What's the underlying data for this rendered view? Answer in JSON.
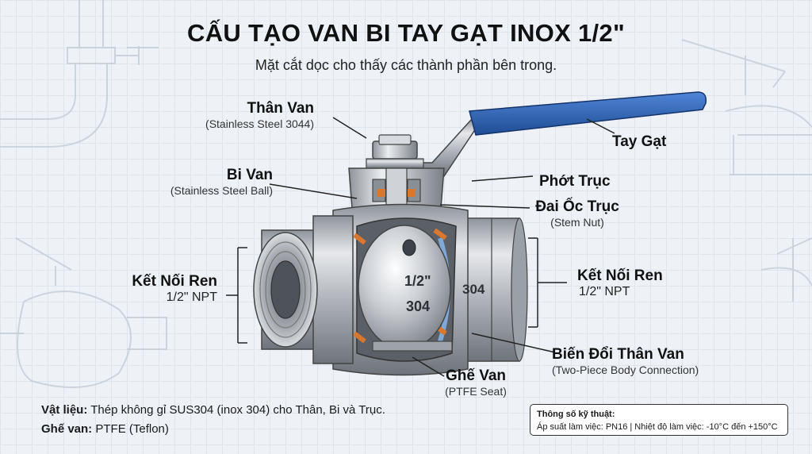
{
  "title": "CẤU TẠO VAN BI TAY GẠT INOX 1/2\"",
  "subtitle": "Mặt cắt dọc cho thấy các thành phần bên trong.",
  "labels": {
    "than_van": {
      "name": "Thân Van",
      "sub": "(Stainless Steel 3044)"
    },
    "bi_van": {
      "name": "Bi Van",
      "sub": "(Stainless Steel Ball)"
    },
    "tay_gat": {
      "name": "Tay Gạt"
    },
    "phot_truc": {
      "name": "Phớt Trục"
    },
    "dai_oc_truc": {
      "name": "Đai Ốc Trục",
      "sub": "(Stem Nut)"
    },
    "ket_noi_ren_left": {
      "name": "Kết Nối Ren",
      "sub": "1/2\" NPT"
    },
    "ket_noi_ren_right": {
      "name": "Kết Nối Ren",
      "sub": "1/2\" NPT"
    },
    "bien_doi": {
      "name": "Biến Đổi Thân Van",
      "sub": "(Two-Piece Body Connection)"
    },
    "ghe_van": {
      "name": "Ghế Van",
      "sub": "(PTFE Seat)"
    }
  },
  "body_marks": {
    "size": "1/2\"",
    "grade": "304",
    "side": "304"
  },
  "notes": {
    "material_label": "Vật liệu:",
    "material_text": "Thép không gỉ SUS304 (inox 304) cho Thân, Bi và Trục.",
    "seat_label": "Ghế van:",
    "seat_text": "PTFE (Teflon)"
  },
  "spec": {
    "title": "Thông số kỹ thuật:",
    "text": "Áp suất làm việc: PN16 | Nhiệt độ làm việc: -10°C đến +150°C"
  },
  "colors": {
    "handle": "#2f64b5",
    "steel": "#b8bcc2",
    "ptfe": "#d9772e",
    "seat_highlight": "#7fa8d8"
  }
}
